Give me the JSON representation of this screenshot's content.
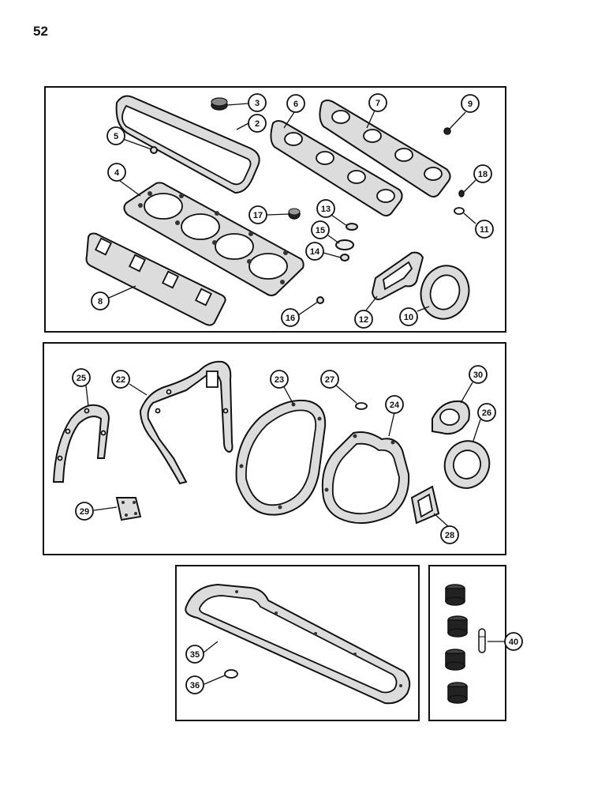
{
  "page": {
    "number": "52"
  },
  "callouts": {
    "c2": "2",
    "c3": "3",
    "c4": "4",
    "c5": "5",
    "c6": "6",
    "c7": "7",
    "c8": "8",
    "c9": "9",
    "c10": "10",
    "c11": "11",
    "c12": "12",
    "c13": "13",
    "c14": "14",
    "c15": "15",
    "c16": "16",
    "c17": "17",
    "c18": "18",
    "c22": "22",
    "c23": "23",
    "c24": "24",
    "c25": "25",
    "c26": "26",
    "c27": "27",
    "c28": "28",
    "c29": "29",
    "c30": "30",
    "c35": "35",
    "c36": "36",
    "c40": "40"
  }
}
